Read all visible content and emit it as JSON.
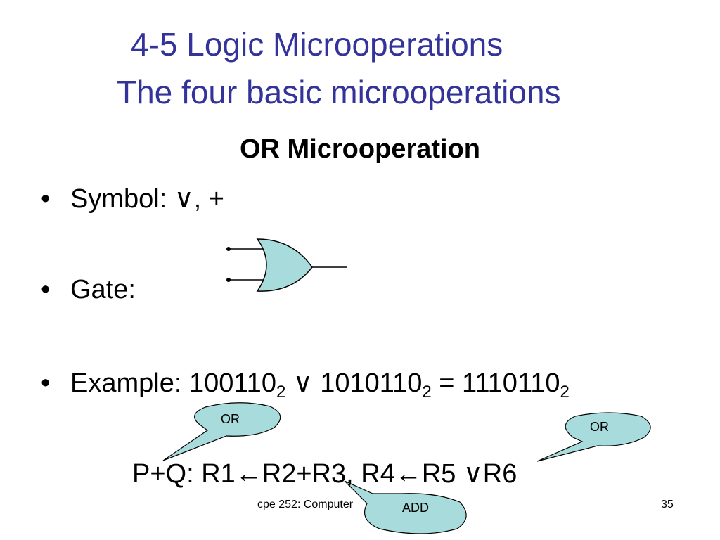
{
  "slide": {
    "title_line1": "4-5 Logic Microoperations",
    "title_line2": "The four basic microoperations",
    "subtitle": "OR Microoperation",
    "bullets": {
      "marker": "•",
      "symbol_label": "Symbol: ",
      "symbol_value": "∨, +",
      "gate_label": "Gate:",
      "example_label": "Example: ",
      "example_a": "100110",
      "example_a_base": "2",
      "example_op": " ∨ ",
      "example_b": "1010110",
      "example_b_base": "2",
      "example_eq": " = ",
      "example_result": "1110110",
      "example_result_base": "2"
    },
    "expression": "P+Q: R1←R2+R3, R4←R5 ∨R6",
    "callouts": {
      "or_left": "OR",
      "or_right": "OR",
      "add": "ADD"
    },
    "footer": "cpe 252: Computer",
    "page_number": "35"
  },
  "colors": {
    "title": "#333399",
    "bubble_fill": "#a8dcdc",
    "gate_fill": "#a8dcdc",
    "stroke": "#000000"
  },
  "icons": {
    "gate": "or-gate-icon",
    "bullet": "bullet-dot"
  }
}
